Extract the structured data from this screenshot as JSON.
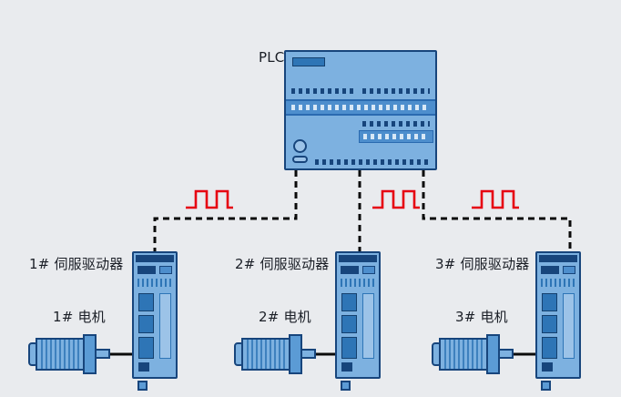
{
  "diagram": {
    "plc_label": "PLC",
    "units": [
      {
        "drive_label": "1# 伺服驱动器",
        "motor_label": "1# 电机"
      },
      {
        "drive_label": "2# 伺服驱动器",
        "motor_label": "2# 电机"
      },
      {
        "drive_label": "3# 伺服驱动器",
        "motor_label": "3# 电机"
      }
    ],
    "signal_type": "pulse-train",
    "colors": {
      "background": "#e9ebee",
      "device_fill": "#7db1e0",
      "device_fill_light": "#9cc3e8",
      "device_accent": "#2e75b6",
      "device_outline": "#17457c",
      "pulse_signal_red": "#e60012",
      "connection_line": "#0b0b0b",
      "label_text": "#1a1e26"
    }
  }
}
